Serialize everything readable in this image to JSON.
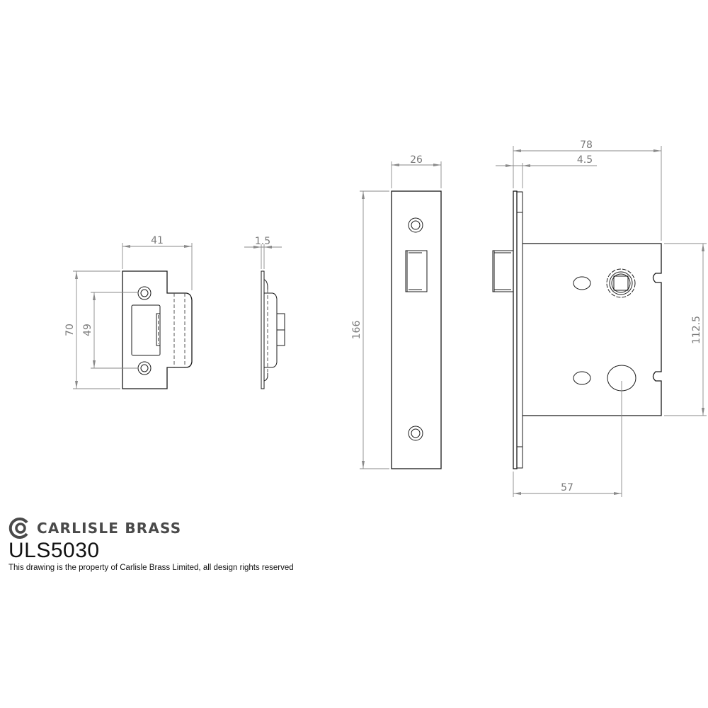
{
  "brand": {
    "name": "CARLISLE BRASS",
    "logo_icon": "carlisle-brass-c-logo-icon",
    "logo_color": "#4a4a4a"
  },
  "product": {
    "code": "ULS5030",
    "rights_notice": "This drawing is the property of Carlisle Brass Limited, all design rights reserved"
  },
  "views": {
    "strike_plate_front": {
      "width_dim": "41",
      "height_dim": "70",
      "screw_centres_dim": "49"
    },
    "strike_plate_side": {
      "thickness_dim": "1.5"
    },
    "forend_front": {
      "width_dim": "26",
      "height_dim": "166"
    },
    "lock_body_side": {
      "depth_dim": "78",
      "forend_thickness_dim": "4.5",
      "case_height_dim": "112.5",
      "backset_dim": "57"
    }
  },
  "colors": {
    "line": "#1a1a1a",
    "dimension": "#8a8a8a",
    "background": "#ffffff"
  }
}
